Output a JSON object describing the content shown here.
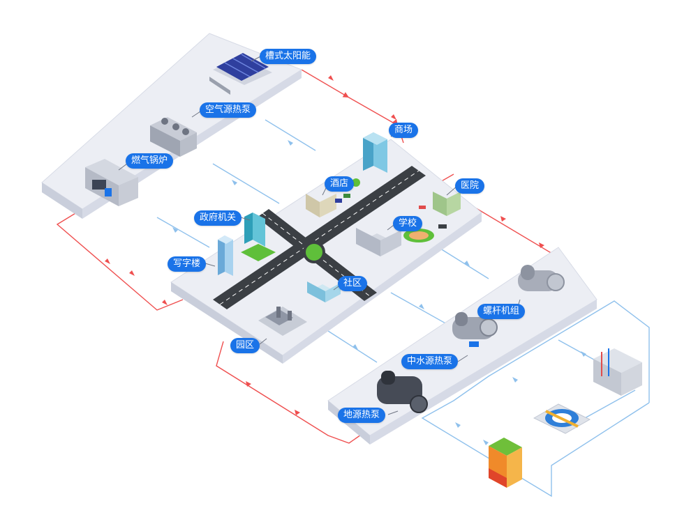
{
  "labels": {
    "parabolic_solar": "槽式太阳能",
    "air_source_heat_pump": "空气源热泵",
    "gas_boiler": "燃气锅炉",
    "mall": "商场",
    "hospital": "医院",
    "hotel": "酒店",
    "school": "学校",
    "government": "政府机关",
    "office_building": "写字楼",
    "community": "社区",
    "industrial_park": "园区",
    "screw_chiller": "螺杆机组",
    "reclaimed_water_heat_pump": "中水源热泵",
    "ground_source_heat_pump": "地源热泵"
  },
  "colors": {
    "label_bg": "#1a73e8",
    "hot_line": "#ef4f4f",
    "cold_line": "#8ec0ec",
    "panel": "#eceef4",
    "road": "#3b3f44",
    "grass": "#5fbf3a"
  }
}
